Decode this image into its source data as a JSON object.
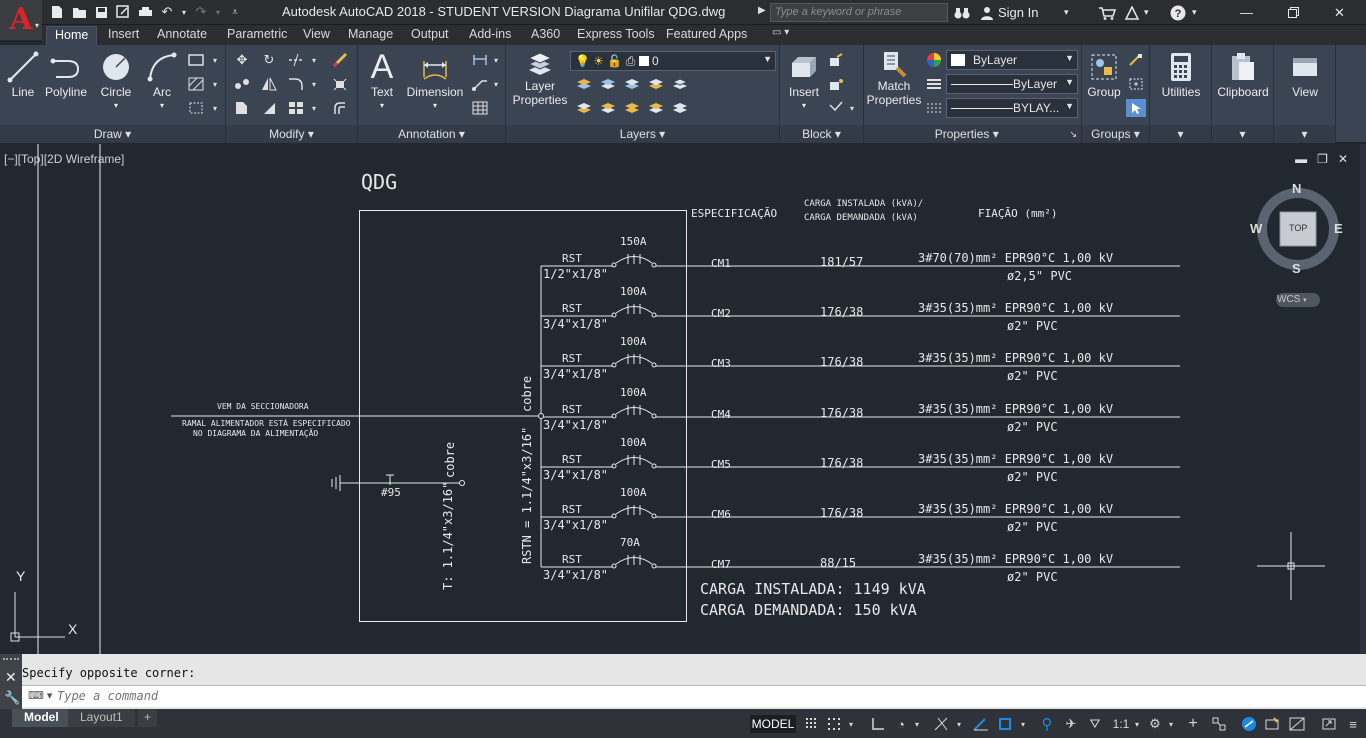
{
  "titlebar": {
    "title": "Autodesk AutoCAD 2018 - STUDENT VERSION    Diagrama Unifilar QDG.dwg",
    "search_placeholder": "Type a keyword or phrase",
    "sign_in": "Sign In"
  },
  "ribbon": {
    "tabs": [
      "Home",
      "Insert",
      "Annotate",
      "Parametric",
      "View",
      "Manage",
      "Output",
      "Add-ins",
      "A360",
      "Express Tools",
      "Featured Apps"
    ],
    "active_tab": "Home",
    "draw": {
      "title": "Draw",
      "line": "Line",
      "polyline": "Polyline",
      "circle": "Circle",
      "arc": "Arc"
    },
    "modify": {
      "title": "Modify"
    },
    "annotation": {
      "title": "Annotation",
      "text": "Text",
      "dimension": "Dimension"
    },
    "layers": {
      "title": "Layers",
      "layer_properties": "Layer\nProperties",
      "current_layer": "0"
    },
    "block": {
      "title": "Block",
      "insert": "Insert"
    },
    "properties": {
      "title": "Properties",
      "match": "Match\nProperties",
      "color": "ByLayer",
      "linetype": "ByLayer",
      "lineweight": "BYLAY..."
    },
    "groups": {
      "title": "Groups",
      "group": "Group"
    },
    "utilities": {
      "label": "Utilities"
    },
    "clipboard": {
      "label": "Clipboard"
    },
    "view": {
      "label": "View"
    }
  },
  "viewport": {
    "label": "[−][Top][2D Wireframe]",
    "viewcube": {
      "n": "N",
      "s": "S",
      "e": "E",
      "w": "W",
      "top": "TOP",
      "wcs": "WCS"
    },
    "ucs": {
      "x": "X",
      "y": "Y"
    }
  },
  "drawing": {
    "title": "QDG",
    "header_spec": "ESPECIFICAÇÃO",
    "header_carga_1": "CARGA INSTALADA (kVA)/",
    "header_carga_2": "CARGA DEMANDADA (kVA)",
    "header_fiacao": "FIAÇÃO (mm²)",
    "feeder_1": "VEM DA SECCIONADORA",
    "feeder_2": "RAMAL ALIMENTADOR ESTÁ ESPECIFICADO",
    "feeder_3": "NO DIAGRAMA DA ALIMENTAÇÃO",
    "ground_wire": "#95",
    "ground_bar": "T: 1.1/4\"x3/16\"",
    "ground_bar_material": "cobre",
    "main_bus": "RSTN = 1.1/4\"x3/16\"",
    "main_bus_material": "cobre",
    "circuits": [
      {
        "phases": "RST",
        "bar": "1/2\"x1/8\"",
        "breaker": "150A",
        "name": "CM1",
        "load": "181/57",
        "cable": "3#70(70)mm²  EPR90°C  1,00  kV",
        "conduit": "ø2,5\"  PVC"
      },
      {
        "phases": "RST",
        "bar": "3/4\"x1/8\"",
        "breaker": "100A",
        "name": "CM2",
        "load": "176/38",
        "cable": "3#35(35)mm²  EPR90°C  1,00  kV",
        "conduit": "ø2\"  PVC"
      },
      {
        "phases": "RST",
        "bar": "3/4\"x1/8\"",
        "breaker": "100A",
        "name": "CM3",
        "load": "176/38",
        "cable": "3#35(35)mm²  EPR90°C  1,00  kV",
        "conduit": "ø2\"  PVC"
      },
      {
        "phases": "RST",
        "bar": "3/4\"x1/8\"",
        "breaker": "100A",
        "name": "CM4",
        "load": "176/38",
        "cable": "3#35(35)mm²  EPR90°C  1,00  kV",
        "conduit": "ø2\"  PVC"
      },
      {
        "phases": "RST",
        "bar": "3/4\"x1/8\"",
        "breaker": "100A",
        "name": "CM5",
        "load": "176/38",
        "cable": "3#35(35)mm²  EPR90°C  1,00  kV",
        "conduit": "ø2\"  PVC"
      },
      {
        "phases": "RST",
        "bar": "3/4\"x1/8\"",
        "breaker": "100A",
        "name": "CM6",
        "load": "176/38",
        "cable": "3#35(35)mm²  EPR90°C  1,00  kV",
        "conduit": "ø2\"  PVC"
      },
      {
        "phases": "RST",
        "bar": "3/4\"x1/8\"",
        "breaker": "70A",
        "name": "CM7",
        "load": "88/15",
        "cable": "3#35(35)mm²  EPR90°C  1,00  kV",
        "conduit": "ø2\"  PVC"
      }
    ],
    "total_installed": "CARGA  INSTALADA:  1149  kVA",
    "total_demand": "CARGA  DEMANDADA:  150  kVA"
  },
  "command": {
    "history": "Specify opposite corner:",
    "placeholder": "Type a command"
  },
  "statusbar": {
    "tabs": [
      "Model",
      "Layout1"
    ],
    "model": "MODEL",
    "scale": "1:1"
  },
  "colors": {
    "accent_red": "#d8232a",
    "ribbon_bg": "#3b4453",
    "canvas_bg": "#212830",
    "status_blue": "#1e88e5"
  }
}
